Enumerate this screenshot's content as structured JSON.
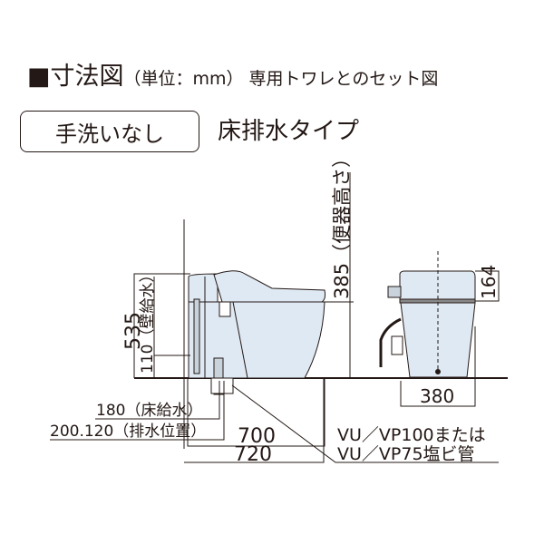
{
  "header": {
    "title": "■寸法図",
    "unit": "（単位：mm）",
    "subtitle": "専用トワレとのセット図"
  },
  "badge": "手洗いなし",
  "type_label": "床排水タイプ",
  "dimensions": {
    "seat_height": "385（便器高さ）",
    "total_height": "535",
    "wall_supply": "110（壁給水）",
    "floor_supply": "180（床給水）",
    "drain_position": "200.120（排水位置）",
    "depth_700": "700",
    "depth_720": "720",
    "tank_height": "164",
    "width": "380"
  },
  "pipe_note": {
    "line1": "VU／VP100または",
    "line2": "VU／VP75塩ビ管"
  },
  "colors": {
    "body": "#dfe9f3",
    "line": "#231815"
  }
}
